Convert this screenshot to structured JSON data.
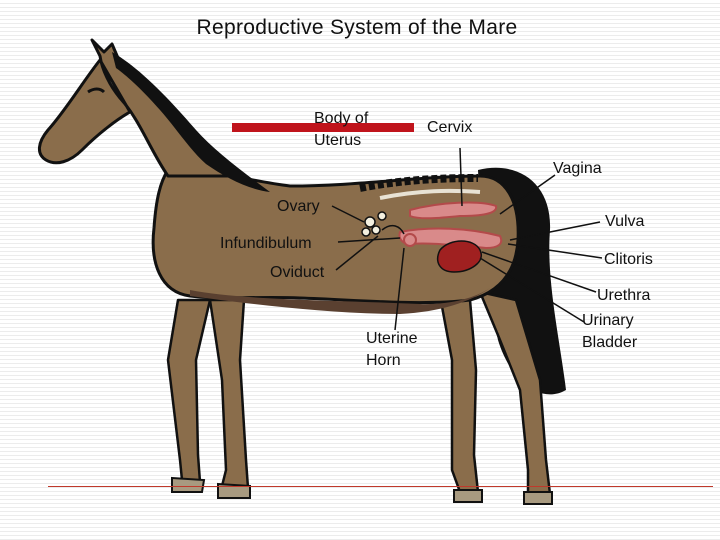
{
  "title": "Reproductive System of the Mare",
  "labels": {
    "body_of_uterus": "Body of\nUterus",
    "cervix": "Cervix",
    "vagina": "Vagina",
    "ovary": "Ovary",
    "vulva": "Vulva",
    "infundibulum": "Infundibulum",
    "clitoris": "Clitoris",
    "oviduct": "Oviduct",
    "urethra": "Urethra",
    "uterine_horn": "Uterine\nHorn",
    "urinary_bladder": "Urinary\nBladder"
  },
  "colors": {
    "horse_coat": "#8a6d4b",
    "horse_dark": "#5a4030",
    "mane_tail": "#111111",
    "organ": "#d98a8a",
    "organ_dark": "#b34a4a",
    "bladder": "#a02020",
    "uterus_bar": "#c0141c",
    "rule": "#c0392b"
  }
}
